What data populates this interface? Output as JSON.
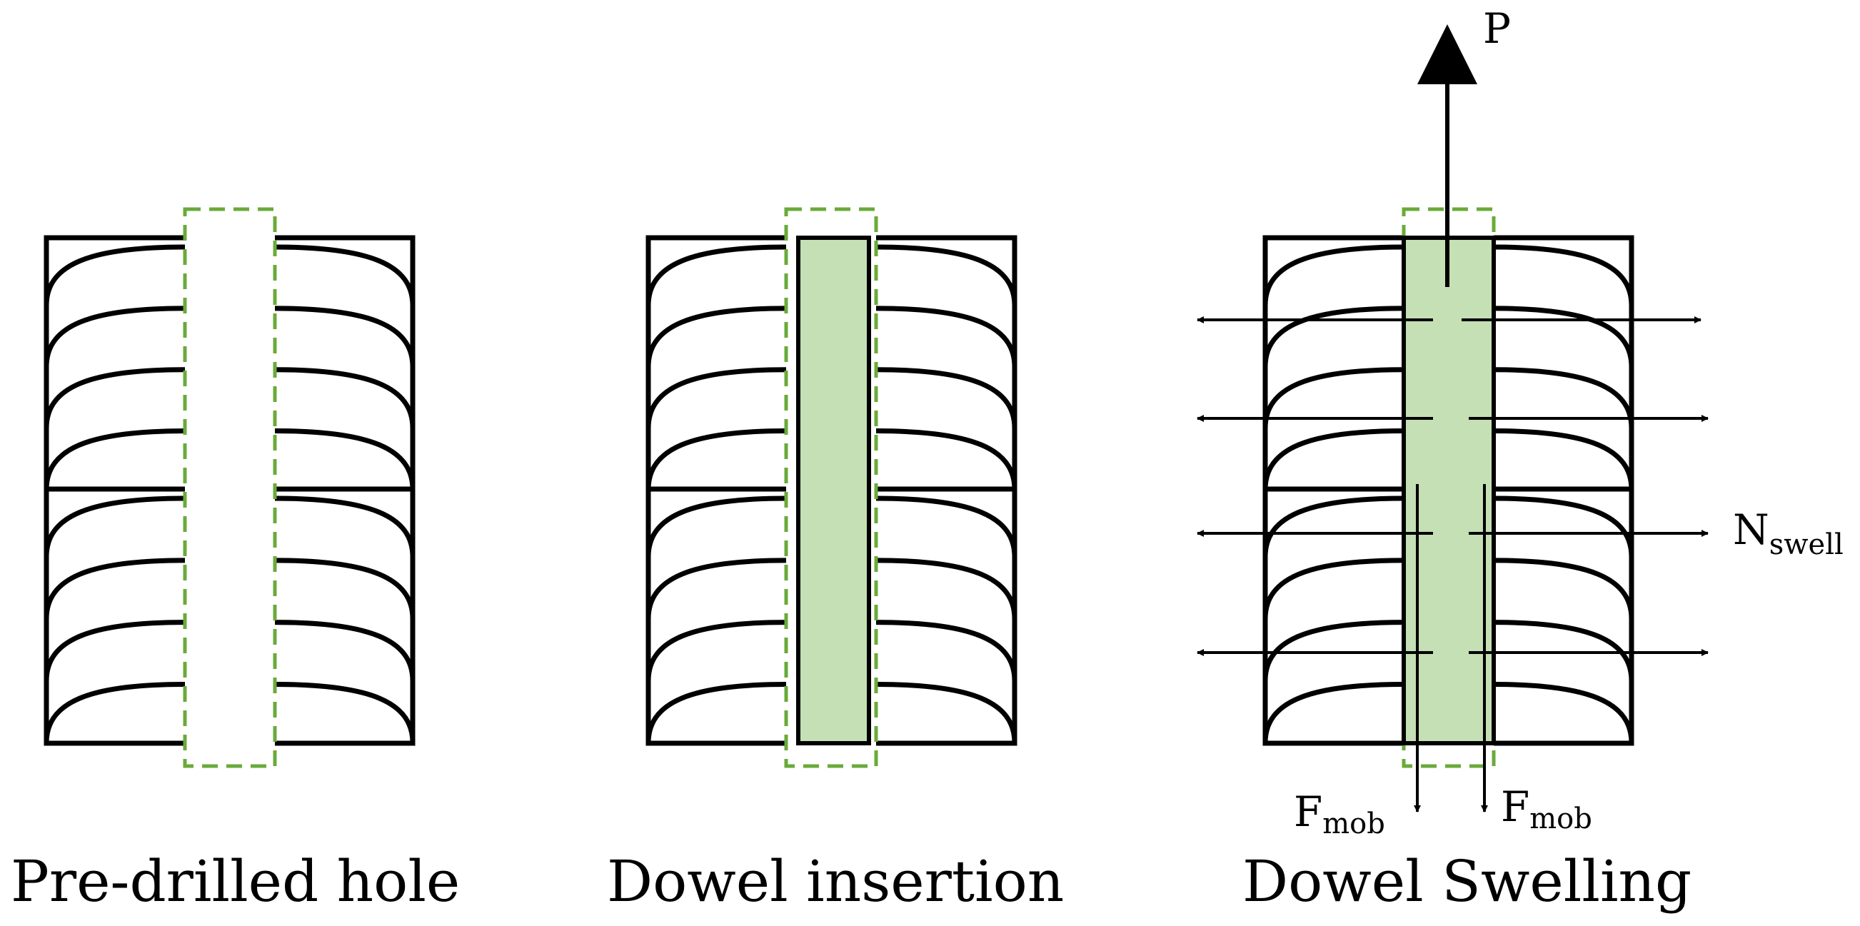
{
  "panels": [
    {
      "caption": "Pre-drilled hole"
    },
    {
      "caption": "Dowel insertion"
    },
    {
      "caption": "Dowel Swelling"
    }
  ],
  "forces": {
    "pullout": "P",
    "swell_main": "N",
    "swell_sub": "swell",
    "friction_main": "F",
    "friction_sub": "mob"
  },
  "colors": {
    "dowel_fill": "#c5e0b4",
    "hole_outline": "#6aaa3a",
    "line": "#000000"
  }
}
